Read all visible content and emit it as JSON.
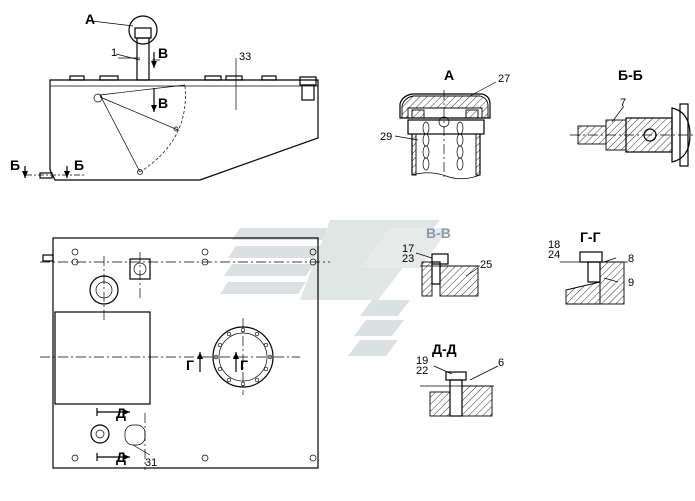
{
  "views": {
    "detail_a": "А",
    "section_bb": "Б-Б",
    "section_vv": "В-В",
    "section_gg": "Г-Г",
    "section_dd": "Д-Д"
  },
  "cut_marks": {
    "a": "А",
    "b": "Б",
    "v": "В",
    "g": "Г",
    "d": "Д"
  },
  "callouts": {
    "n1": "1",
    "n6": "6",
    "n7": "7",
    "n8": "8",
    "n9": "9",
    "n17": "17",
    "n18": "18",
    "n19": "19",
    "n22": "22",
    "n23": "23",
    "n24": "24",
    "n25": "25",
    "n27": "27",
    "n29": "29",
    "n31": "31",
    "n33": "33"
  },
  "colors": {
    "line": "#000000",
    "watermark": "#c9d0d5"
  }
}
